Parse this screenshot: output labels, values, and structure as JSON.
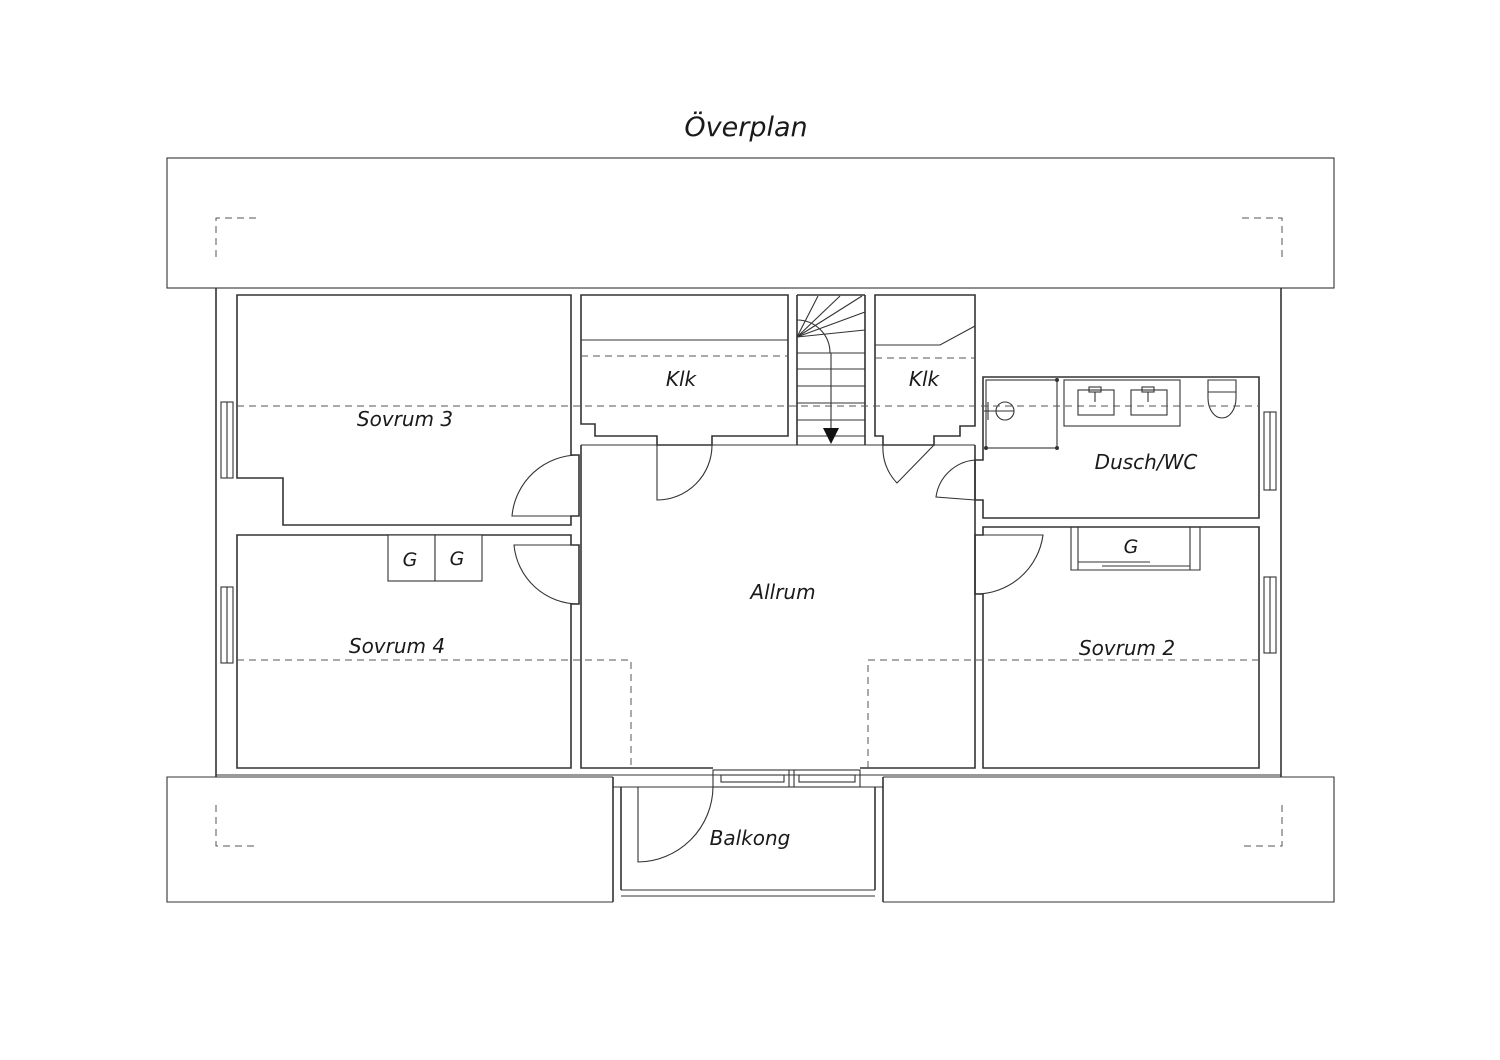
{
  "title": "Överplan",
  "rooms": {
    "sovrum3": "Sovrum 3",
    "sovrum4": "Sovrum 4",
    "sovrum2": "Sovrum 2",
    "klk_left": "Klk",
    "klk_right": "Klk",
    "dusch_wc": "Dusch/WC",
    "allrum": "Allrum",
    "balkong": "Balkong"
  },
  "wardrobes": {
    "g1": "G",
    "g2": "G",
    "g3": "G"
  }
}
